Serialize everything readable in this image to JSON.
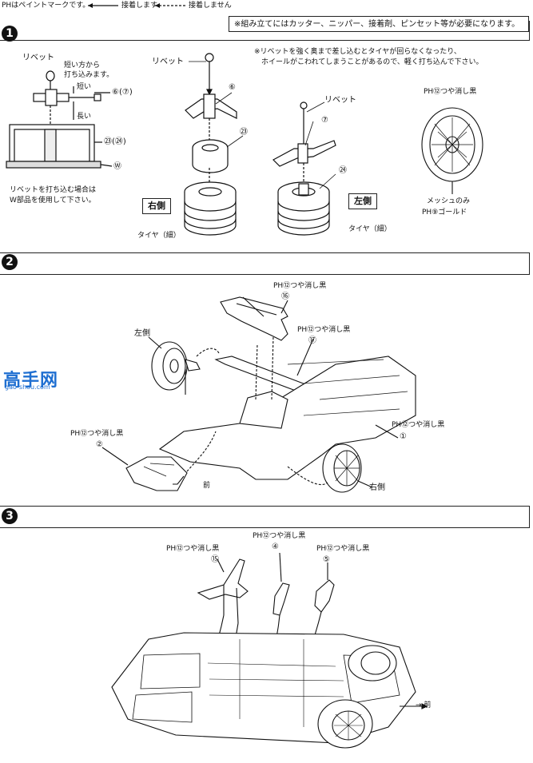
{
  "header": {
    "paint_mark_note": "PHはペイントマークです。",
    "glue_label": "接着します",
    "no_glue_label": "接着しません",
    "tools_note": "※組み立てにはカッター、ニッパー、接着剤、ピンセット等が必要になります。"
  },
  "steps": [
    {
      "number": "1"
    },
    {
      "number": "2"
    },
    {
      "number": "3"
    }
  ],
  "step1": {
    "rivet_label": "リベット",
    "short_side_note": "短い方から\n打ち込みます。",
    "short_label": "短い",
    "long_label": "長い",
    "part_6_7": "⑥(⑦)",
    "part_23_24": "㉓(㉔)",
    "part_w": "Ⓦ",
    "rivet_w_note": "リベットを打ち込む場合は\nW部品を使用して下さい。",
    "rivet_center": "リベット",
    "part_6": "⑥",
    "part_23": "㉓",
    "right_side": "右側",
    "tire_wide": "タイヤ（細）",
    "warning_note": "※リベットを強く奥まで差し込むとタイヤが回らなくなったり、\n　ホイールがこわれてしまうことがあるので、軽く打ち込んで下さい。",
    "rivet_right": "リベット",
    "part_7": "⑦",
    "part_24": "㉔",
    "left_side": "左側",
    "tire_narrow": "タイヤ（細）",
    "paint_black": "PH⑫つや消し黒",
    "mesh_only": "メッシュのみ",
    "paint_gold": "PH⑨ゴールド"
  },
  "step2": {
    "paint_16": "PH⑫つや消し黒",
    "part_16": "⑯",
    "paint_17": "PH⑫つや消し黒",
    "part_17": "⑰",
    "left_side": "左側",
    "paint_2": "PH⑫つや消し黒",
    "part_2": "②",
    "paint_1": "PH⑫つや消し黒",
    "part_1": "①",
    "right_side": "右側",
    "front": "前"
  },
  "step3": {
    "paint_4": "PH⑫つや消し黒",
    "part_4": "④",
    "paint_15": "PH⑫つや消し黒",
    "part_15": "⑮",
    "paint_5": "PH⑫つや消し黒",
    "part_5": "⑤",
    "front": "→ 前"
  },
  "watermark": {
    "main": "高手网",
    "sub": "gao-shou.com"
  },
  "colors": {
    "ink": "#111111",
    "watermark": "#1f6fd1"
  }
}
